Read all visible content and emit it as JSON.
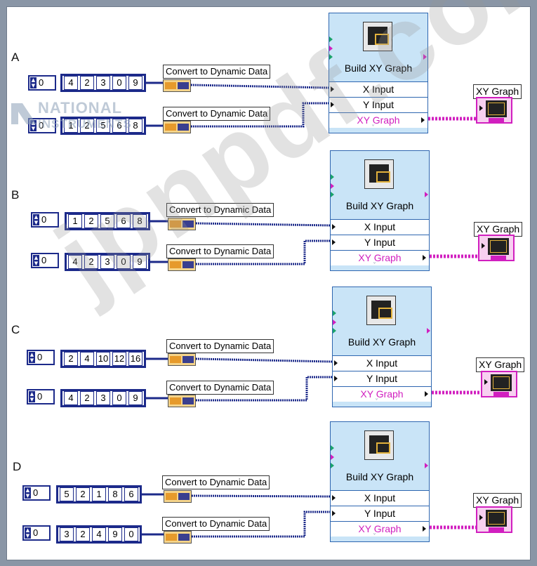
{
  "sections": [
    {
      "letter": "A",
      "row1": {
        "index": "0",
        "values": [
          "4",
          "2",
          "3",
          "0",
          "9"
        ],
        "label": "Convert to Dynamic Data"
      },
      "row2": {
        "index": "0",
        "values": [
          "1",
          "2",
          "5",
          "6",
          "8"
        ],
        "label": "Convert to Dynamic Data"
      },
      "build": {
        "title": "Build XY Graph",
        "x_input": "X Input",
        "y_input": "Y Input",
        "output": "XY Graph"
      },
      "indicator": "XY Graph"
    },
    {
      "letter": "B",
      "row1": {
        "index": "0",
        "values": [
          "1",
          "2",
          "5",
          "6",
          "8"
        ],
        "label": "Convert to Dynamic Data"
      },
      "row2": {
        "index": "0",
        "values": [
          "4",
          "2",
          "3",
          "0",
          "9"
        ],
        "label": "Convert to Dynamic Data"
      },
      "build": {
        "title": "Build XY Graph",
        "x_input": "X Input",
        "y_input": "Y Input",
        "output": "XY Graph"
      },
      "indicator": "XY Graph"
    },
    {
      "letter": "C",
      "row1": {
        "index": "0",
        "values": [
          "2",
          "4",
          "10",
          "12",
          "16"
        ],
        "label": "Convert to Dynamic Data"
      },
      "row2": {
        "index": "0",
        "values": [
          "4",
          "2",
          "3",
          "0",
          "9"
        ],
        "label": "Convert to Dynamic Data"
      },
      "build": {
        "title": "Build XY Graph",
        "x_input": "X Input",
        "y_input": "Y Input",
        "output": "XY Graph"
      },
      "indicator": "XY Graph"
    },
    {
      "letter": "D",
      "row1": {
        "index": "0",
        "values": [
          "5",
          "2",
          "1",
          "8",
          "6"
        ],
        "label": "Convert to Dynamic Data"
      },
      "row2": {
        "index": "0",
        "values": [
          "3",
          "2",
          "4",
          "9",
          "0"
        ],
        "label": "Convert to Dynamic Data"
      },
      "build": {
        "title": "Build XY Graph",
        "x_input": "X Input",
        "y_input": "Y Input",
        "output": "XY Graph"
      },
      "indicator": "XY Graph"
    }
  ],
  "watermark": {
    "logo_line1": "NATIONAL",
    "logo_line2": "INSTRUMENTS",
    "site": "jpnpdf.com"
  },
  "colors": {
    "array_border": "#1c2a8a",
    "dynamic_wire": "#1c2a8a",
    "xy_wire": "#d11fbf",
    "node_fill": "#c9e4f7"
  }
}
